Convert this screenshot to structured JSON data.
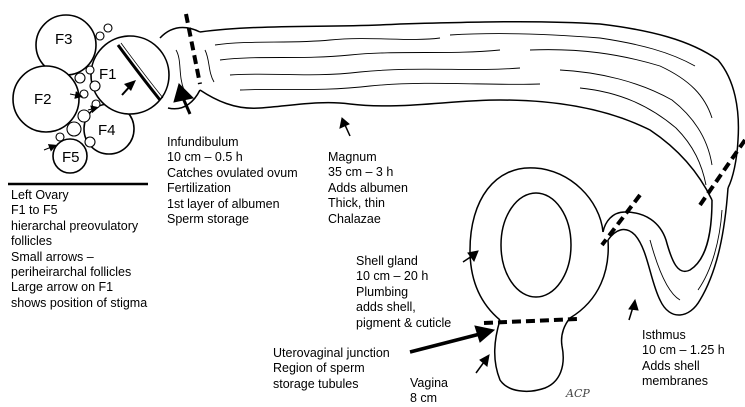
{
  "follicles": {
    "f1": "F1",
    "f2": "F2",
    "f3": "F3",
    "f4": "F4",
    "f5": "F5"
  },
  "labels": {
    "ovary": [
      "Left Ovary",
      "F1 to F5",
      "hierarchal preovulatory",
      "follicles",
      "Small arrows –",
      "periheirarchal follicles",
      "Large arrow on F1",
      "shows position of stigma"
    ],
    "infundibulum": [
      "Infundibulum",
      "10 cm – 0.5 h",
      "Catches ovulated ovum",
      "Fertilization",
      "1st layer of albumen",
      "Sperm storage"
    ],
    "magnum": [
      "Magnum",
      "35 cm – 3 h",
      "Adds albumen",
      "Thick, thin",
      "Chalazae"
    ],
    "shell_gland": [
      "Shell gland",
      "10 cm – 20 h",
      "Plumbing",
      "adds shell,",
      "pigment & cuticle"
    ],
    "isthmus": [
      "Isthmus",
      "10 cm – 1.25 h",
      "Adds shell",
      "membranes"
    ],
    "uterovaginal": [
      "Uterovaginal junction",
      "Region of sperm",
      "storage tubules"
    ],
    "vagina": [
      "Vagina",
      "8 cm"
    ]
  },
  "signature": "ACP"
}
